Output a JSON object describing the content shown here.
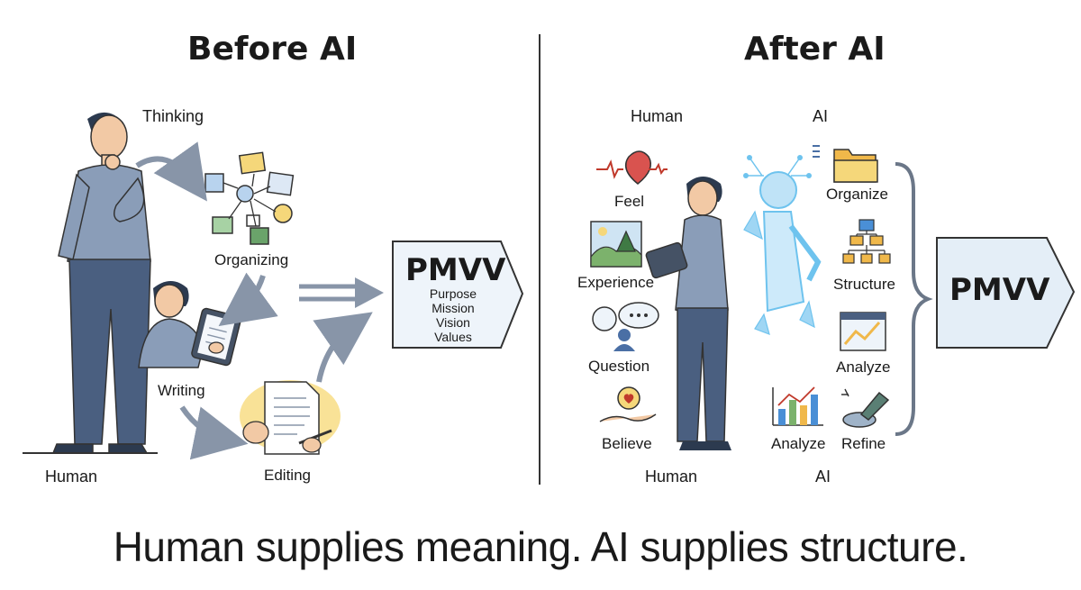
{
  "left_panel": {
    "title": "Before AI",
    "labels": {
      "thinking": "Thinking",
      "organizing": "Organizing",
      "writing": "Writing",
      "editing": "Editing",
      "human": "Human"
    },
    "output": {
      "heading": "PMVV",
      "items": [
        "Purpose",
        "Mission",
        "Vision",
        "Values"
      ]
    }
  },
  "right_panel": {
    "title": "After AI",
    "column_headers": {
      "human": "Human",
      "ai": "AI"
    },
    "human_items": [
      "Feel",
      "Experience",
      "Question",
      "Believe"
    ],
    "ai_items": [
      "Organize",
      "Structure",
      "Analyze",
      "Analyze",
      "Refine"
    ],
    "footer_labels": {
      "human": "Human",
      "ai": "AI"
    },
    "output": {
      "heading": "PMVV"
    }
  },
  "motto": "Human supplies meaning. AI supplies structure.",
  "colors": {
    "ink": "#1a1a1a",
    "shirt": "#8a9db8",
    "pants": "#4a5f80",
    "ai_blue": "#6ec3ee",
    "box_fill": "#eef4fa",
    "arrow": "#8895a8"
  }
}
